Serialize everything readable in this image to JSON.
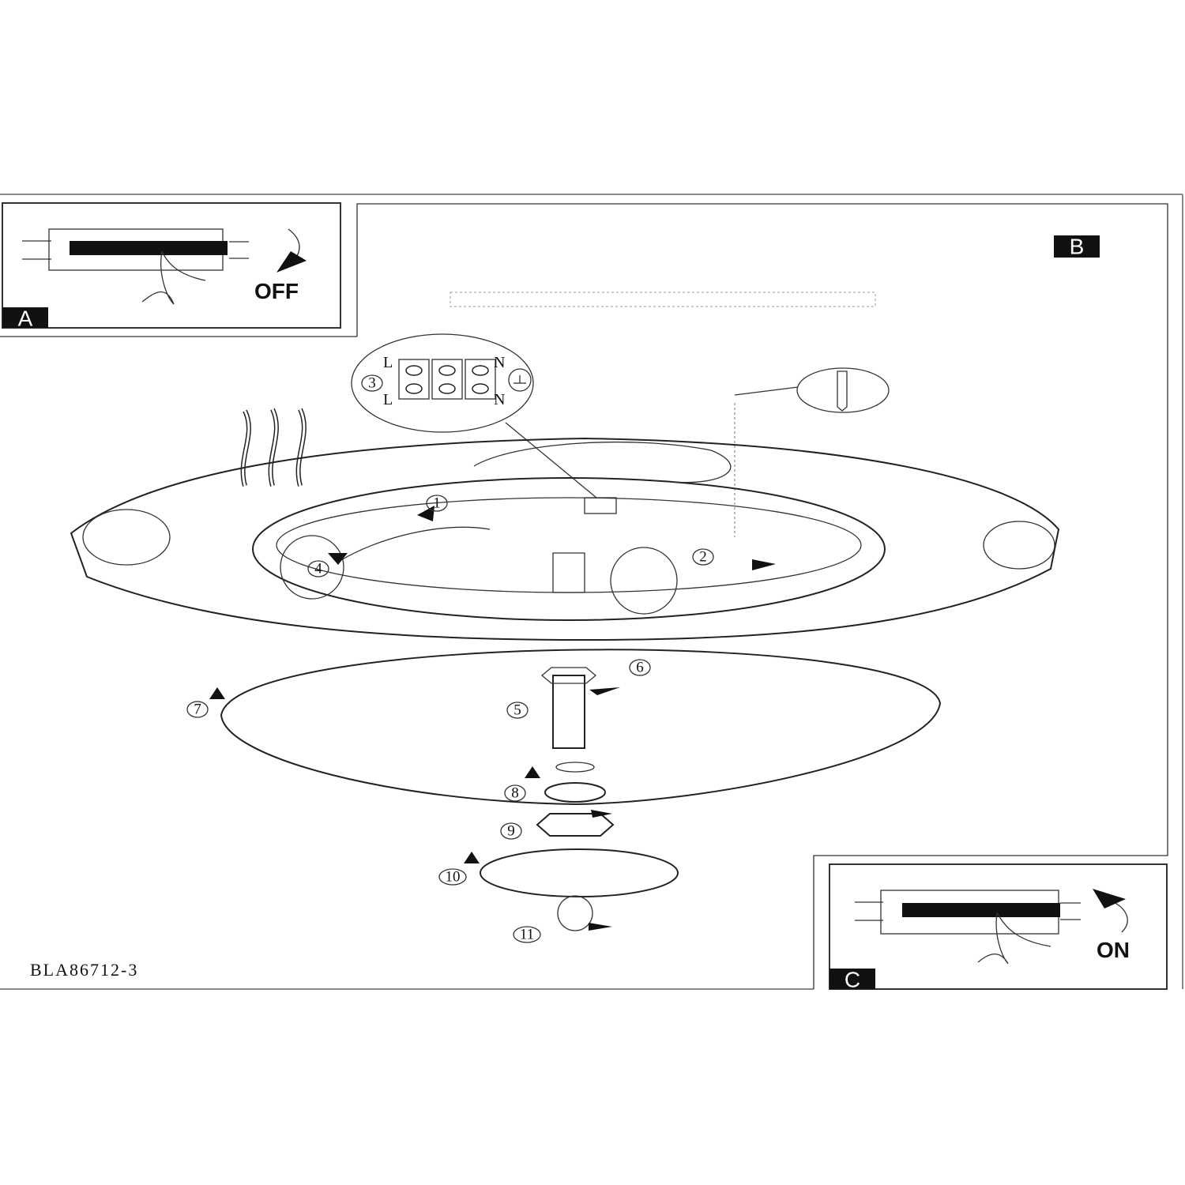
{
  "panels": {
    "a": {
      "tag": "A",
      "state_label": "OFF"
    },
    "b": {
      "tag": "B"
    },
    "c": {
      "tag": "C",
      "state_label": "ON"
    }
  },
  "terminal_block": {
    "labels": [
      "L",
      "N",
      "L",
      "N"
    ]
  },
  "step_numbers": [
    "1",
    "2",
    "3",
    "4",
    "5",
    "6",
    "7",
    "8",
    "9",
    "10",
    "11"
  ],
  "model_code": "BLA86712-3"
}
